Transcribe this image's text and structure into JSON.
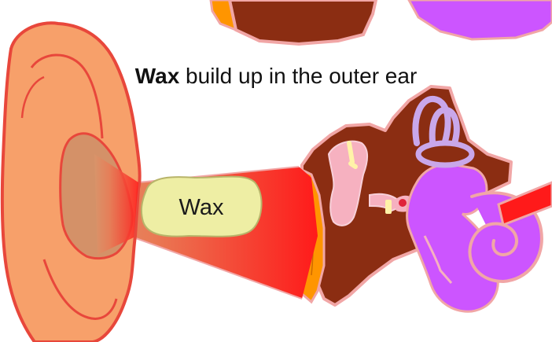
{
  "caption": {
    "bold": "Wax",
    "rest": " build up in the outer ear"
  },
  "labels": {
    "wax": "Wax"
  },
  "colors": {
    "skin": "#f7a06a",
    "skin_outline": "#e8473b",
    "canal": "#ff1a1a",
    "wax": "#eeeea4",
    "middle_ear": "#8b2d12",
    "eardrum": "#ff9500",
    "ossicles": "#f6b1c0",
    "inner_ear": "#cc55ff",
    "outline": "#f1a6a6"
  }
}
